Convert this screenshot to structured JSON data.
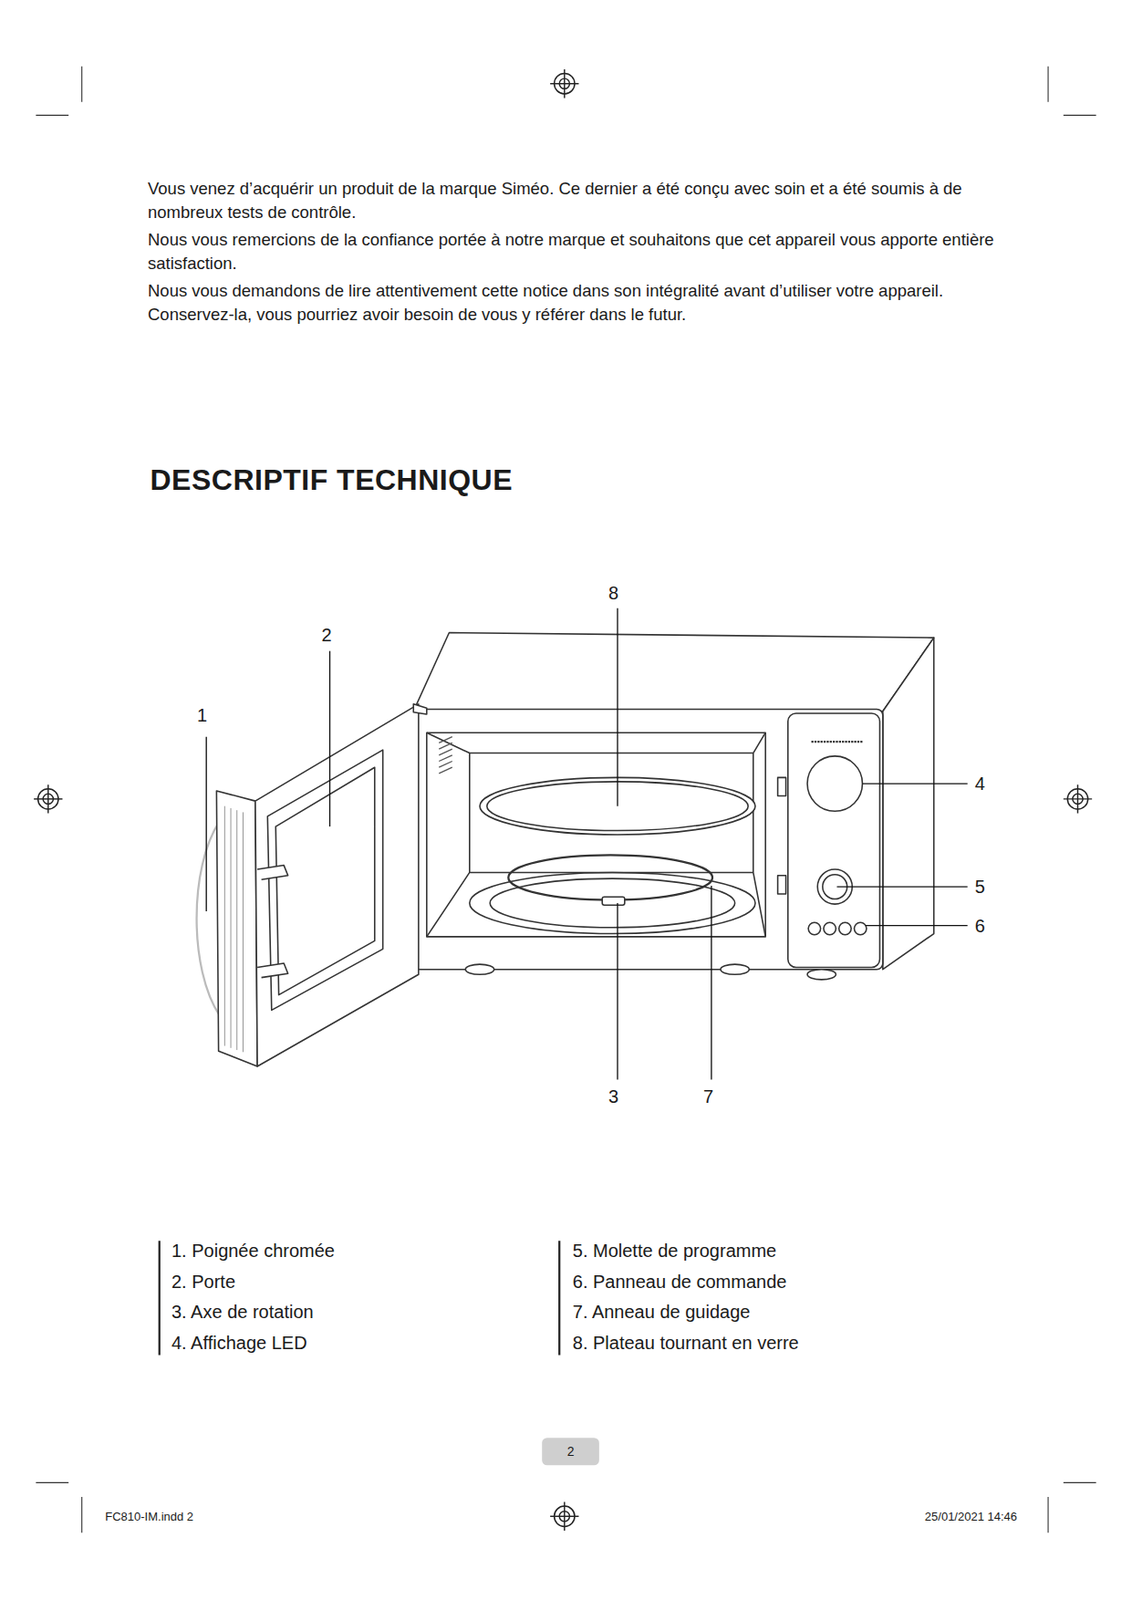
{
  "diagram": {
    "title": "DESCRIPTIF TECHNIQUE",
    "labels": [
      "Vous venez d’acquérir un produit de la marque Siméo. Ce dernier a été conçu avec soin et a été soumis à de nombreux tests de contrôle.",
      "Nous vous remercions de la confiance portée à notre marque et souhaitons que cet appareil vous apporte entière satisfaction.",
      "Nous vous demandons de lire attentivement cette notice dans son intégralité avant d’utiliser votre appareil. Conservez-la, vous pourriez avoir besoin de vous y référer dans le futur.",
      "8",
      "2",
      "1",
      "4",
      "5",
      "6",
      "3",
      "7",
      "1. Poignée chromée",
      "2. Porte",
      "3. Axe de rotation",
      "4. Affichage LED",
      "5. Molette de programme",
      "6. Panneau de commande",
      "7. Anneau de guidage",
      "8. Plateau tournant en verre",
      "2",
      "FC810-IM.indd 2",
      "25/01/2021 14:46"
    ]
  }
}
